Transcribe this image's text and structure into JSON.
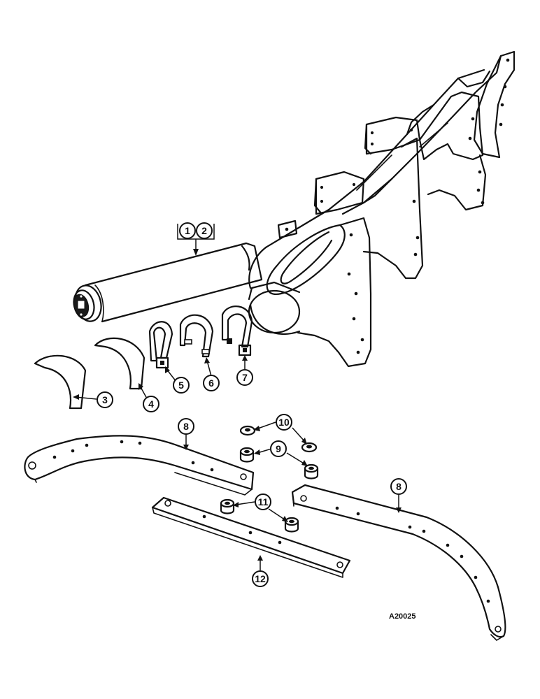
{
  "figure_code": "A20025",
  "callouts": [
    {
      "id": "c1",
      "label": "1"
    },
    {
      "id": "c2",
      "label": "2"
    },
    {
      "id": "c3",
      "label": "3"
    },
    {
      "id": "c4",
      "label": "4"
    },
    {
      "id": "c5",
      "label": "5"
    },
    {
      "id": "c6",
      "label": "6"
    },
    {
      "id": "c7",
      "label": "7"
    },
    {
      "id": "c8a",
      "label": "8"
    },
    {
      "id": "c8b",
      "label": "8"
    },
    {
      "id": "c9",
      "label": "9"
    },
    {
      "id": "c10",
      "label": "10"
    },
    {
      "id": "c11",
      "label": "11"
    },
    {
      "id": "c12",
      "label": "12"
    }
  ]
}
